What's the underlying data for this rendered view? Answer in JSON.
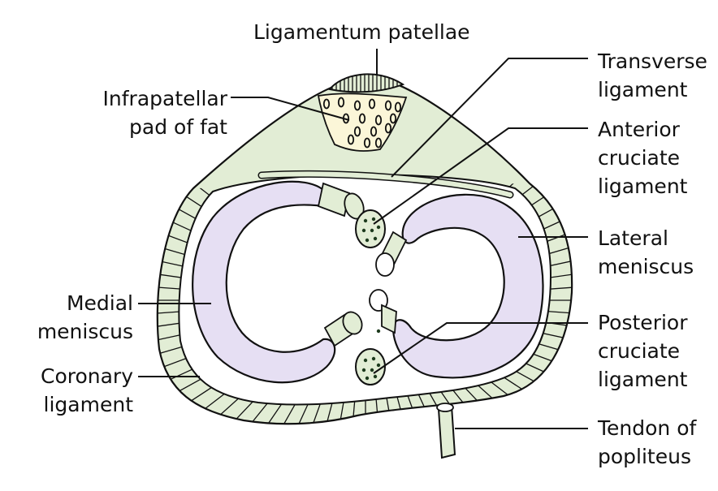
{
  "labels": {
    "ligamentum_patellae": [
      "Ligamentum patellae"
    ],
    "infrapatellar_pad": [
      "Infrapatellar",
      "pad of fat"
    ],
    "transverse_ligament": [
      "Transverse",
      "ligament"
    ],
    "anterior_cruciate": [
      "Anterior",
      "cruciate",
      "ligament"
    ],
    "lateral_meniscus": [
      "Lateral",
      "meniscus"
    ],
    "medial_meniscus": [
      "Medial",
      "meniscus"
    ],
    "posterior_cruciate": [
      "Posterior",
      "cruciate",
      "ligament"
    ],
    "coronary_ligament": [
      "Coronary",
      "ligament"
    ],
    "tendon_popliteus": [
      "Tendon of",
      "popliteus"
    ]
  },
  "colors": {
    "meniscus_fill": "#e6dff3",
    "ligament_fill": "#e2edd5",
    "fat_pad_fill": "#fbf6d8",
    "outline": "#111111",
    "dots": "#1d3a1d"
  }
}
